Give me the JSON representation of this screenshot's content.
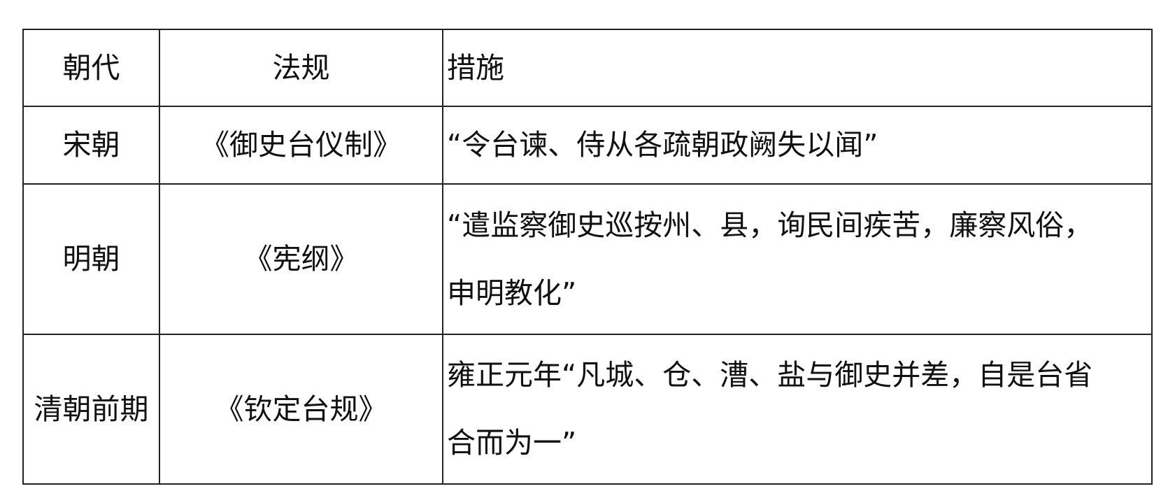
{
  "table": {
    "headers": [
      "朝代",
      "法规",
      "措施"
    ],
    "rows": [
      {
        "dynasty": "宋朝",
        "law": "《御史台仪制》",
        "measures": [
          "“令台谏、侍从各疏朝政阙失以闻”"
        ]
      },
      {
        "dynasty": "明朝",
        "law": "《宪纲》",
        "measures": [
          "“遣监察御史巡按州、县，询民间疾苦，廉察风俗，",
          "申明教化”"
        ]
      },
      {
        "dynasty": "清朝前期",
        "law": "《钦定台规》",
        "measures": [
          "雍正元年“凡城、仓、漕、盐与御史并差，自是台省",
          "合而为一”"
        ]
      }
    ]
  }
}
